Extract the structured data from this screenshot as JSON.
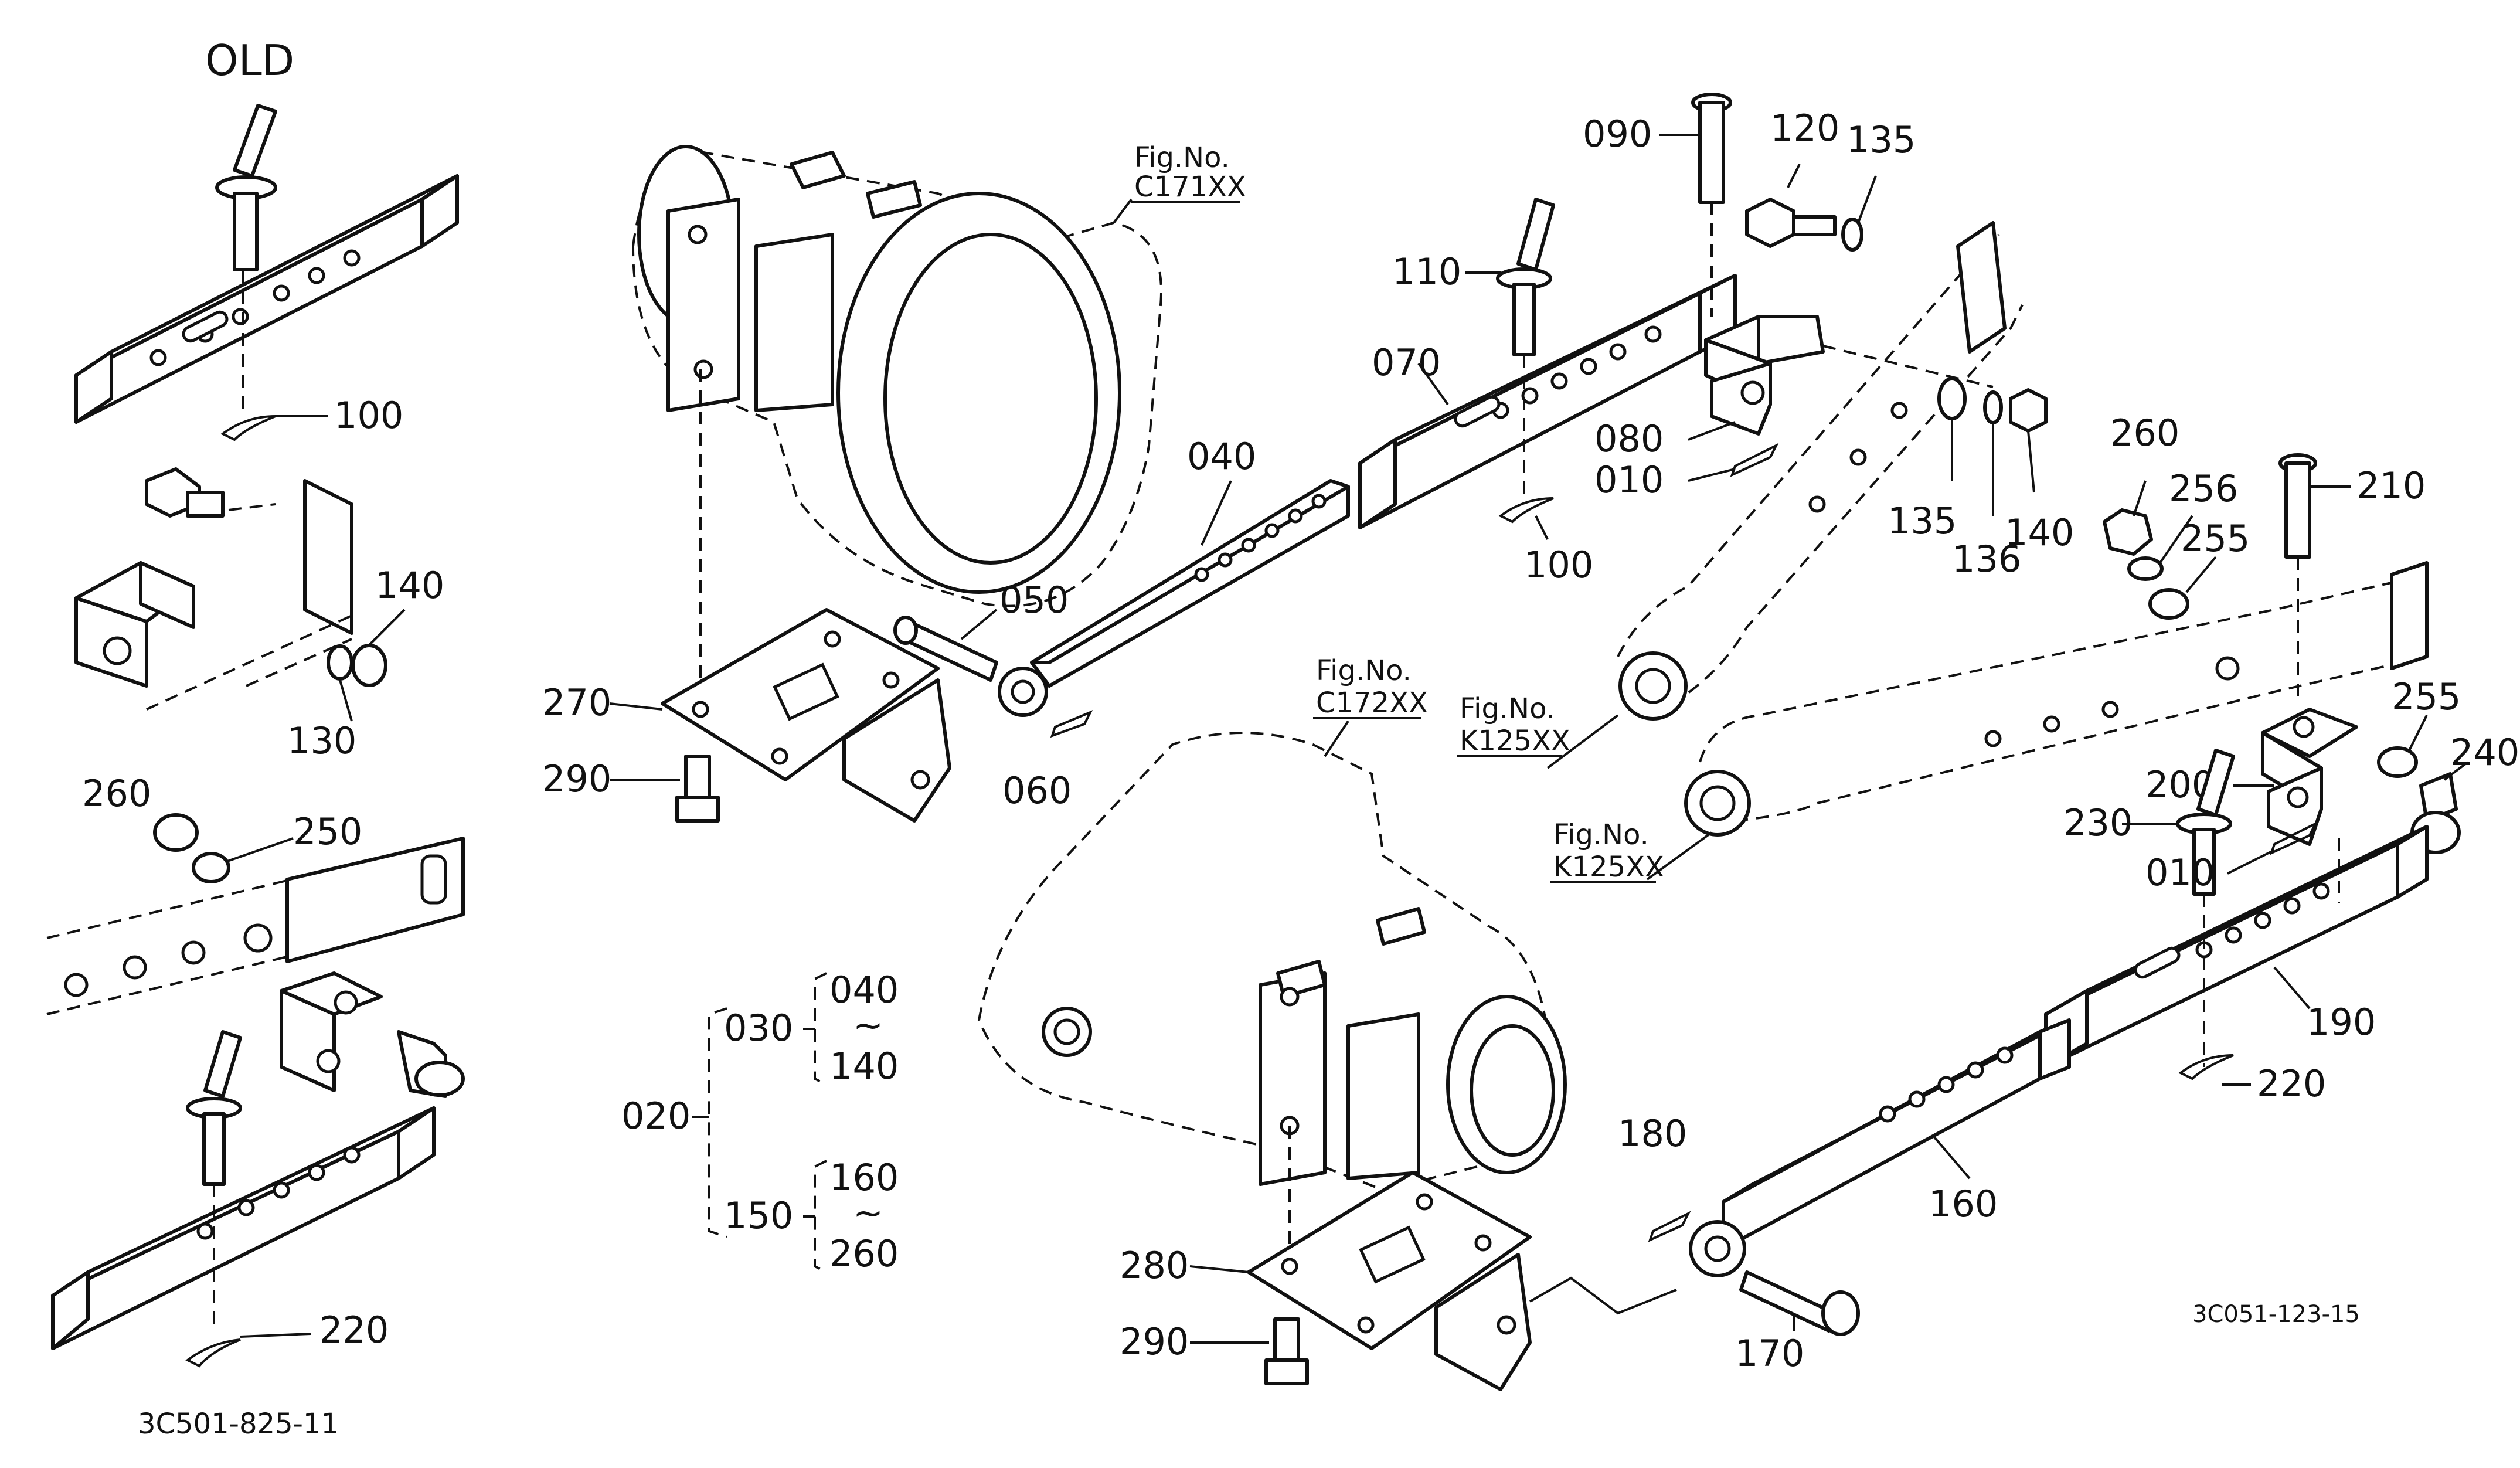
{
  "old_title": "OLD",
  "labels": {
    "p100_old": "100",
    "p140_old": "140",
    "p130_old": "130",
    "p260_old": "260",
    "p250_old": "250",
    "p220_old": "220",
    "p270": "270",
    "p290_a": "290",
    "p050": "050",
    "p040": "040",
    "p060": "060",
    "p110": "110",
    "p070": "070",
    "p100": "100",
    "p090": "090",
    "p120": "120",
    "p135_a": "135",
    "p080": "080",
    "p010_a": "010",
    "p135_b": "135",
    "p136": "136",
    "p140": "140",
    "p260": "260",
    "p256": "256",
    "p255_a": "255",
    "p210": "210",
    "p255_b": "255",
    "p240": "240",
    "p200": "200",
    "p230": "230",
    "p010_b": "010",
    "p190": "190",
    "p220": "220",
    "p180": "180",
    "p160": "160",
    "p170": "170",
    "p280": "280",
    "p290_b": "290",
    "p020": "020",
    "p030": "030",
    "p150": "150",
    "range1_top": "040",
    "range1_tilde": "~",
    "range1_bottom": "140",
    "range2_top": "160",
    "range2_tilde": "~",
    "range2_bottom": "260"
  },
  "figrefs": {
    "c171_label": "Fig.No.",
    "c171_code": "C171XX",
    "c172_label": "Fig.No.",
    "c172_code": "C172XX",
    "k125a_label": "Fig.No.",
    "k125a_code": "K125XX",
    "k125b_label": "Fig.No.",
    "k125b_code": "K125XX"
  },
  "diagram_codes": {
    "old_code": "3C501-825-11",
    "main_code": "3C051-123-15"
  }
}
